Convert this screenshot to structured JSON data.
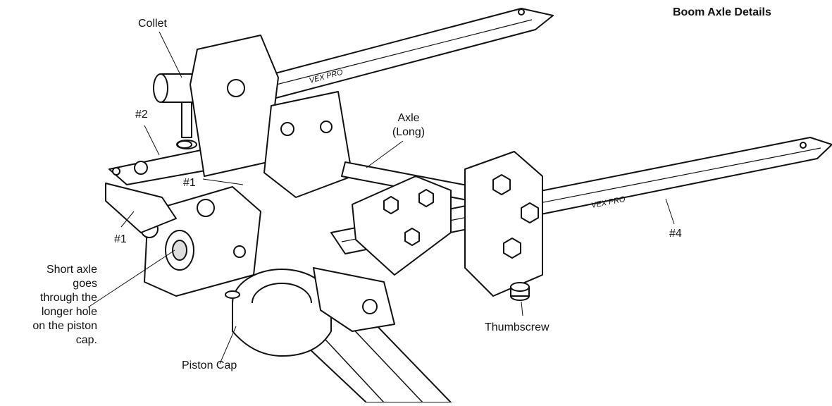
{
  "title": "Boom Axle Details",
  "labels": {
    "collet": "Collet",
    "num2": "#2",
    "axle_long_line1": "Axle",
    "axle_long_line2": "(Long)",
    "num1_upper": "#1",
    "num1_lower": "#1",
    "num4": "#4",
    "short_axle_lines": [
      "Short axle",
      "goes",
      "through the",
      "longer hole",
      "on the piston",
      "cap."
    ],
    "piston_cap": "Piston Cap",
    "thumbscrew": "Thumbscrew"
  },
  "boom_text": "VEX PRO",
  "colors": {
    "ink": "#111111",
    "fill": "#ffffff",
    "shade": "#cfcfcf"
  }
}
